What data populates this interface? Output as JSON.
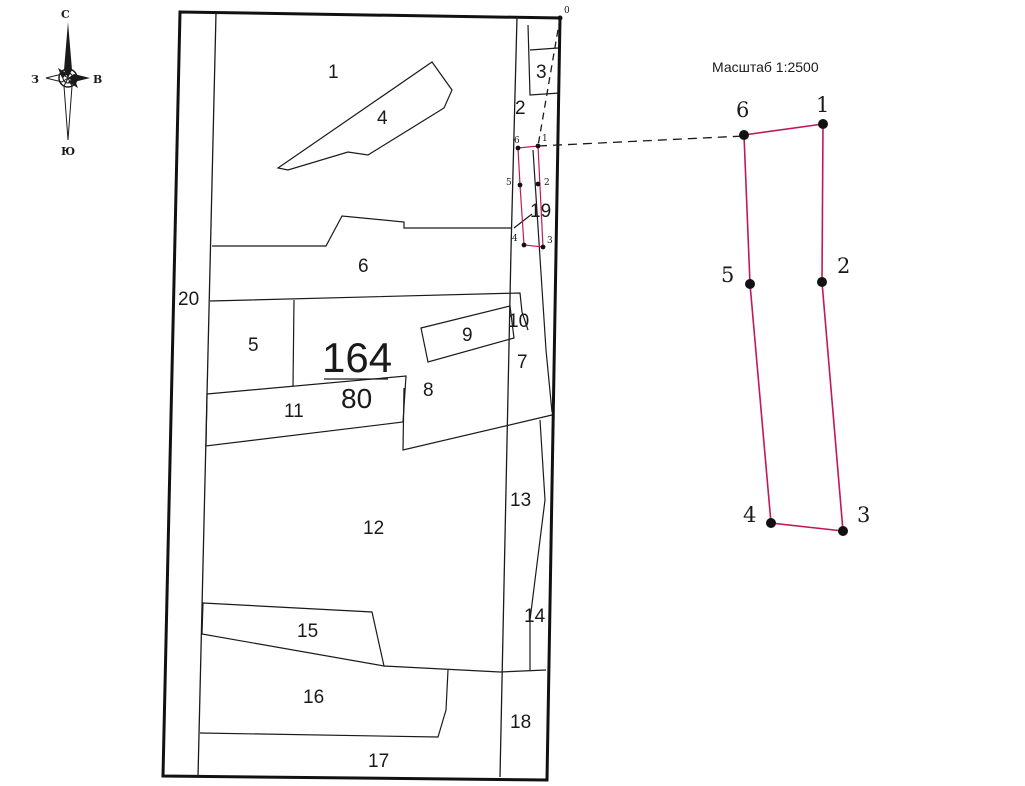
{
  "map": {
    "scale_text": "Масштаб 1:2500",
    "cadastral_block": {
      "number": "164",
      "denominator": "80"
    },
    "compass": {
      "north": "С",
      "south": "Ю",
      "west": "З",
      "east": "В"
    },
    "origin_point": "0",
    "plots": [
      "1",
      "2",
      "3",
      "4",
      "5",
      "6",
      "7",
      "8",
      "9",
      "10",
      "11",
      "12",
      "13",
      "14",
      "15",
      "16",
      "17",
      "18",
      "19",
      "20"
    ],
    "small_vertices": [
      "1",
      "2",
      "3",
      "4",
      "5",
      "6"
    ],
    "large_vertices": [
      "1",
      "2",
      "3",
      "4",
      "5",
      "6"
    ]
  },
  "colors": {
    "parcel": "#c2185b",
    "lines": "#1a1a1a",
    "vertex": "#111111"
  }
}
